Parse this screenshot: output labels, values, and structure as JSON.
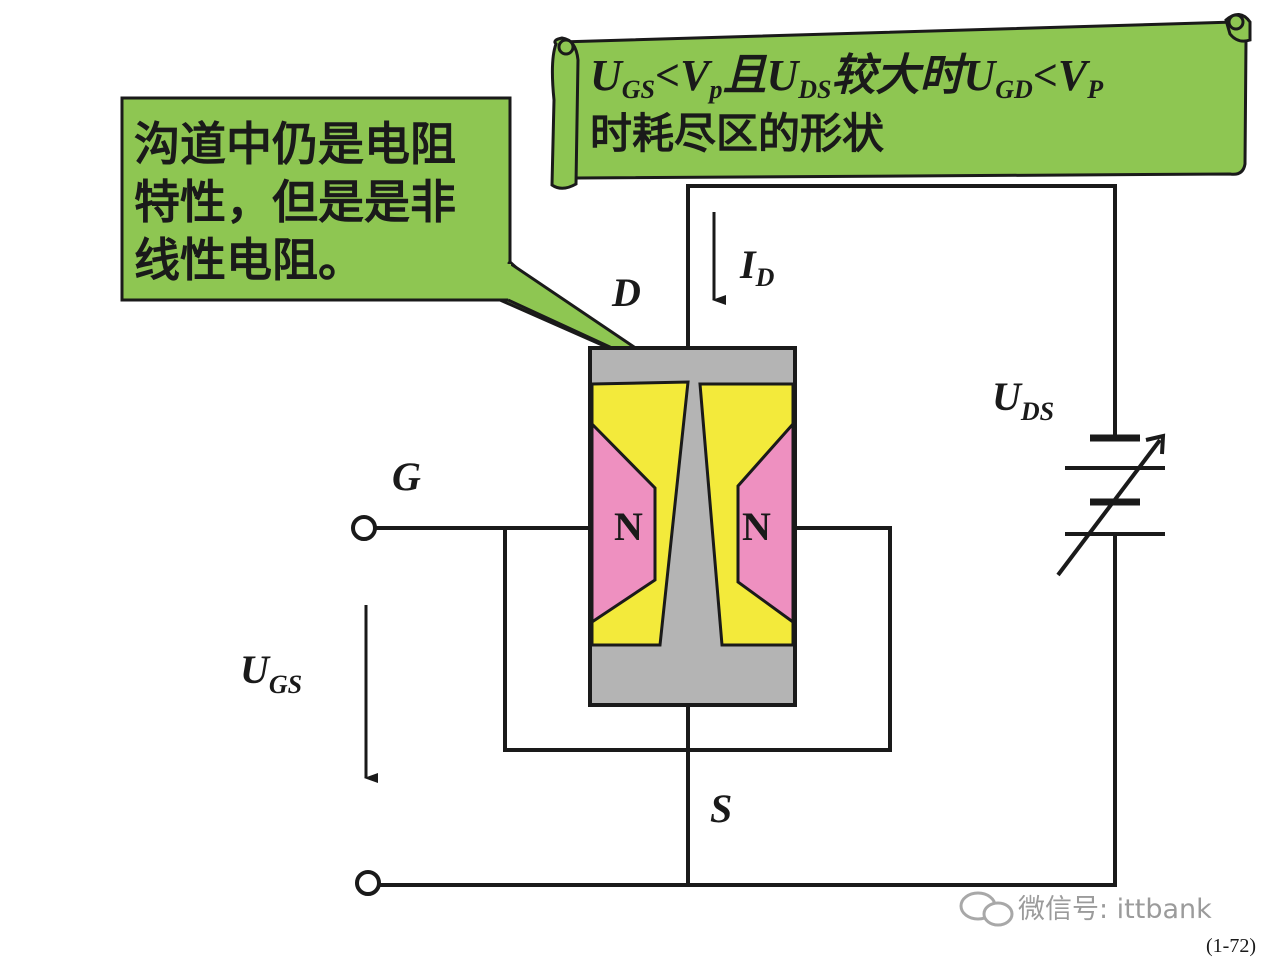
{
  "scroll_title": {
    "line1_parts": [
      {
        "t": "U",
        "sub": "GS"
      },
      {
        "t": "<V",
        "sub": "p"
      },
      {
        "t": "且U",
        "sub": "DS"
      },
      {
        "t": "较大时U",
        "sub": "GD"
      },
      {
        "t": "<V",
        "sub": "P"
      }
    ],
    "line2": "时耗尽区的形状"
  },
  "callout": {
    "lines": [
      "沟道中仍是电阻",
      "特性，但是是非",
      "线性电阻。"
    ]
  },
  "labels": {
    "drain": "D",
    "gate": "G",
    "source": "S",
    "n_left": "N",
    "n_right": "N",
    "id_main": "I",
    "id_sub": "D",
    "uds_main": "U",
    "uds_sub": "DS",
    "ugs_main": "U",
    "ugs_sub": "GS"
  },
  "watermark": "微信号: ittbank",
  "page_number": "(1-72)",
  "colors": {
    "callout_fill": "#8ec652",
    "scroll_fill": "#8ec652",
    "channel_gray": "#b4b4b4",
    "depletion_yellow": "#f3ea3b",
    "n_region_pink": "#ee90c0",
    "wire": "#1a1a1a"
  }
}
